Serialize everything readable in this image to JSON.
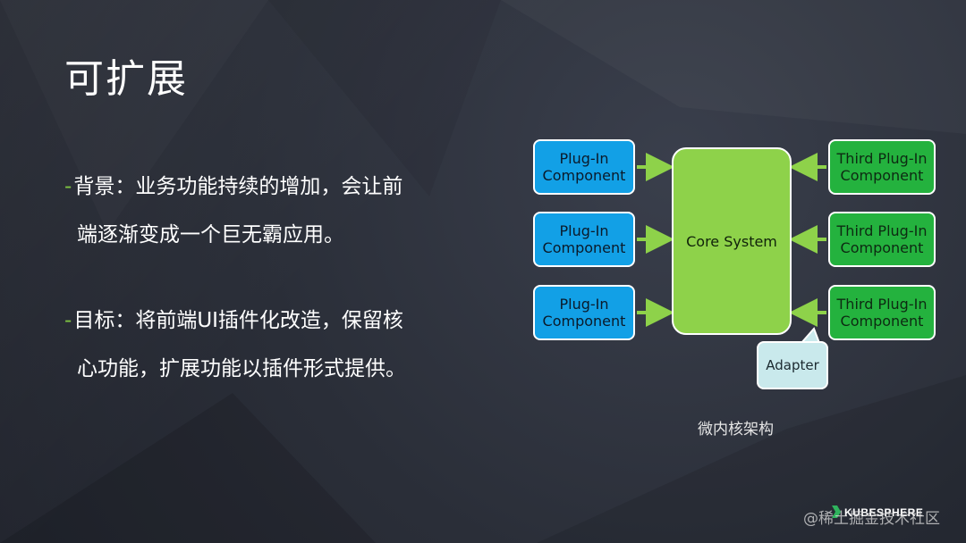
{
  "slide": {
    "title": "可扩展",
    "bullets": [
      {
        "dash": "-",
        "line1": "背景：业务功能持续的增加，会让前",
        "line2": "端逐渐变成一个巨无霸应用。"
      },
      {
        "dash": "-",
        "line1": "目标：将前端UI插件化改造，保留核",
        "line2": "心功能，扩展功能以插件形式提供。"
      }
    ]
  },
  "diagram": {
    "plugin_boxes": [
      {
        "line1": "Plug-In",
        "line2": "Component"
      },
      {
        "line1": "Plug-In",
        "line2": "Component"
      },
      {
        "line1": "Plug-In",
        "line2": "Component"
      }
    ],
    "third_boxes": [
      {
        "line1": "Third Plug-In",
        "line2": "Component"
      },
      {
        "line1": "Third Plug-In",
        "line2": "Component"
      },
      {
        "line1": "Third Plug-In",
        "line2": "Component"
      }
    ],
    "core": "Core System",
    "adapter": "Adapter",
    "caption": "微内核架构"
  },
  "footer": {
    "brand": "KUBESPHERE",
    "watermark": "@稀土掘金技术社区"
  },
  "colors": {
    "plugin": "#12a0e6",
    "third": "#24b23e",
    "core": "#8ed24a",
    "adapter": "#c9e9ec",
    "accent": "#7ec442"
  }
}
